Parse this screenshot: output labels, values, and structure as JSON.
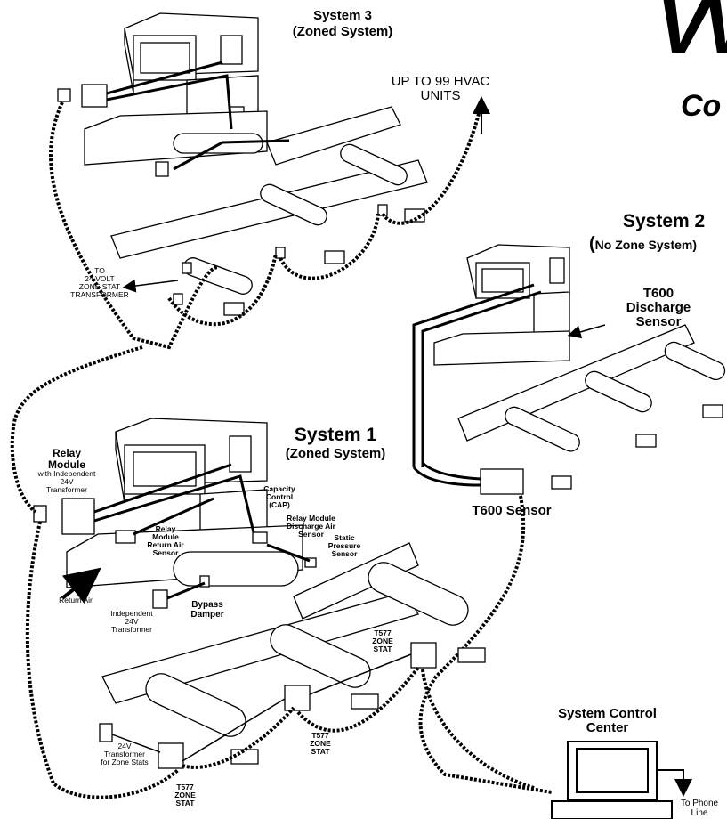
{
  "logo": {
    "partial_brand": "VV",
    "partial_subtitle": "Co"
  },
  "labels": {
    "system3_title": "System 3",
    "system3_subtitle": "(Zoned System)",
    "up_to_units": "UP TO 99 HVAC",
    "up_to_units_2": "UNITS",
    "to_transformer": [
      "TO",
      "24 VOLT",
      "ZONE STAT",
      "TRANSFORMER"
    ],
    "system2_title": "System 2",
    "system2_subtitle_paren": "(",
    "system2_subtitle": "No Zone System)",
    "t600_discharge": [
      "T600",
      "Discharge",
      "Sensor"
    ],
    "t600_sensor": "T600 Sensor",
    "system1_title": "System 1",
    "system1_subtitle": "(Zoned System)",
    "relay_module_title": [
      "Relay",
      "Module"
    ],
    "relay_module_sub": [
      "with Independent",
      "24V",
      "Transformer"
    ],
    "capacity_control": [
      "Capacity",
      "Control",
      "(CAP)"
    ],
    "relay_discharge": [
      "Relay Module",
      "Discharge Air",
      "Sensor"
    ],
    "relay_return": [
      "Relay",
      "Module",
      "Return Air",
      "Sensor"
    ],
    "static_pressure": [
      "Static",
      "Pressure",
      "Sensor"
    ],
    "return_air": "Return Air",
    "independent_transformer": [
      "Independent",
      "24V",
      "Transformer"
    ],
    "bypass_damper": [
      "Bypass",
      "Damper"
    ],
    "zone_stat_a": [
      "T577",
      "ZONE",
      "STAT"
    ],
    "zone_stat_b": [
      "T577",
      "ZONE",
      "STAT"
    ],
    "zone_stat_c": [
      "T577",
      "ZONE",
      "STAT"
    ],
    "transformer_zone_stats": [
      "24V",
      "Transformer",
      "for Zone Stats"
    ],
    "control_center": [
      "System Control",
      "Center"
    ],
    "to_phone": [
      "To Phone",
      "Line"
    ]
  }
}
